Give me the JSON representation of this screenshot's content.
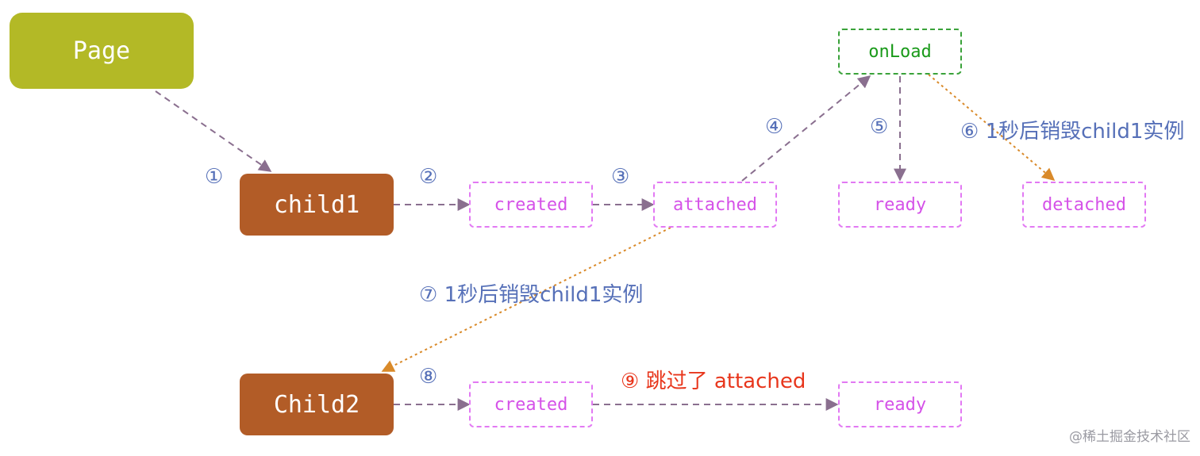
{
  "nodes": {
    "page": "Page",
    "child1": "child1",
    "child2": "Child2",
    "onload": "onLoad",
    "c1_created": "created",
    "c1_attached": "attached",
    "c1_ready": "ready",
    "c1_detached": "detached",
    "c2_created": "created",
    "c2_ready": "ready"
  },
  "labels": {
    "step1": "①",
    "step2": "②",
    "step3": "③",
    "step4": "④",
    "step5": "⑤",
    "step6": "⑥ 1秒后销毁child1实例",
    "step7": "⑦ 1秒后销毁child1实例",
    "step8": "⑧",
    "step9": "⑨ 跳过了 attached"
  },
  "watermark": "@稀土掘金技术社区",
  "colors": {
    "page_fill": "#b3b926",
    "child_fill": "#b25c27",
    "hook_border": "#e279f3",
    "hook_text": "#d552e8",
    "onload_border": "#3aa23a",
    "onload_text": "#1a9a1a",
    "label_blue": "#5670b8",
    "label_red": "#e8361c",
    "flow_arrow": "#8a6f8f",
    "destroy_arrow": "#d98a2a"
  }
}
